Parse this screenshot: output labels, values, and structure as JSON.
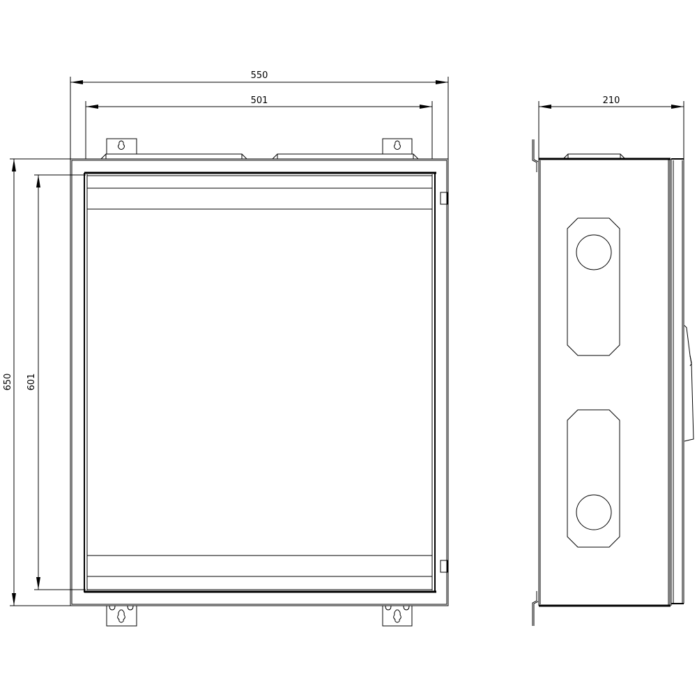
{
  "drawing": {
    "views": {
      "front": {
        "label": "front-view",
        "dimensions": {
          "overall_width": "550",
          "inner_width": "501",
          "overall_height": "650",
          "inner_height": "601"
        }
      },
      "side": {
        "label": "side-view",
        "dimensions": {
          "depth": "210"
        }
      }
    },
    "colors": {
      "line": "#000000",
      "background": "#ffffff"
    }
  }
}
